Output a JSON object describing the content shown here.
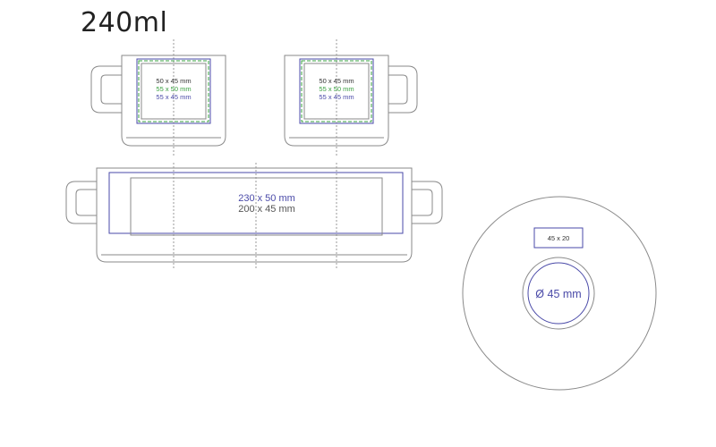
{
  "title": "240ml",
  "front_view": {
    "line1": "50 x 45 mm",
    "line2": "55 x 50 mm",
    "line3": "55 x 45 mm"
  },
  "side_view": {
    "line1": "50 x 45 mm",
    "line2": "55 x 50 mm",
    "line3": "55 x 45 mm"
  },
  "wrap_view": {
    "line1": "230 x 50 mm",
    "line2": "200 x 45 mm"
  },
  "bottom_view": {
    "rect_label": "45 x 20",
    "circle_label": "Ø 45 mm"
  },
  "colors": {
    "blue": "#4a4aa8",
    "green": "#3aa040",
    "grey": "#8a8a8a",
    "dark_text": "#333333"
  }
}
